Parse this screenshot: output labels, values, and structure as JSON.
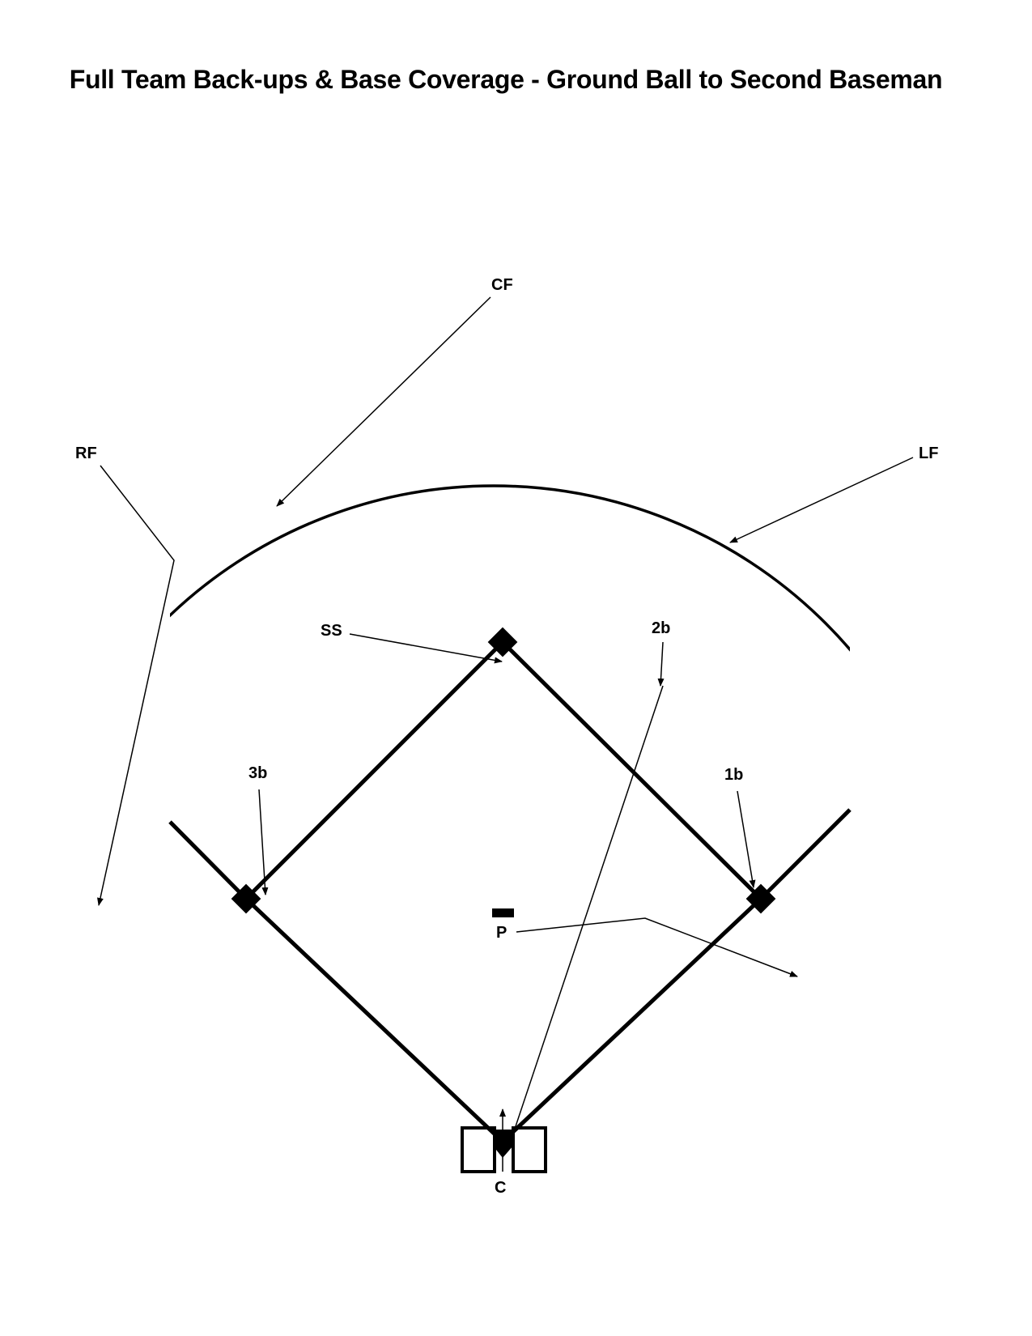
{
  "title": "Full Team Back-ups & Base Coverage - Ground Ball to Second Baseman",
  "positions": {
    "cf": "CF",
    "rf": "RF",
    "lf": "LF",
    "ss": "SS",
    "second_base": "2b",
    "third_base": "3b",
    "first_base": "1b",
    "pitcher": "P",
    "catcher": "C"
  }
}
